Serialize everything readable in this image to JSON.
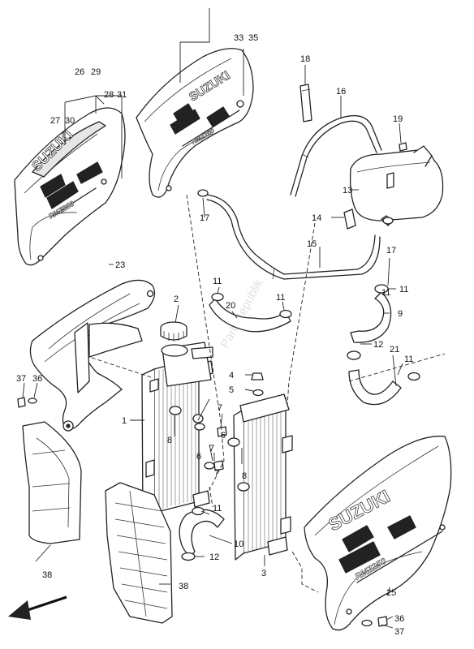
{
  "callouts": {
    "p1": "1",
    "p2": "2",
    "p3": "3",
    "p4": "4",
    "p5": "5",
    "p6a": "6",
    "p6b": "6",
    "p7a": "7",
    "p7b": "7",
    "p7c": "7",
    "p8a": "8",
    "p8b": "8",
    "p9": "9",
    "p10": "10",
    "p11a": "11",
    "p11b": "11",
    "p11c": "11",
    "p11d": "11",
    "p11e": "11",
    "p11f": "11",
    "p12a": "12",
    "p12b": "12",
    "p13": "13",
    "p14": "14",
    "p15": "15",
    "p16": "16",
    "p17a": "17",
    "p17b": "17",
    "p18": "18",
    "p19": "19",
    "p20": "20",
    "p21": "21",
    "p23": "23",
    "p25": "25",
    "p26": "26",
    "p27": "27",
    "p28": "28",
    "p29": "29",
    "p30": "30",
    "p31": "31",
    "p33": "33",
    "p35": "35",
    "p36a": "36",
    "p36b": "36",
    "p37a": "37",
    "p37b": "37",
    "p38a": "38",
    "p38b": "38"
  },
  "shroud_logo": "SUZUKI",
  "model_badge": "RMZ250",
  "watermark": "PartsRepublik",
  "direction_arrow": "front-arrow-icon"
}
